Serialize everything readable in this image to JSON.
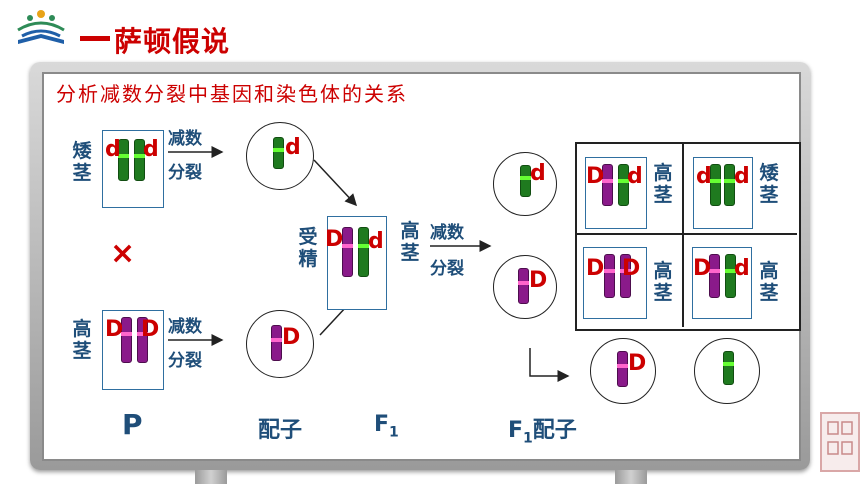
{
  "header": {
    "title": "萨顿假说"
  },
  "board": {
    "subtitle": "分析减数分裂中基因和染色体的关系"
  },
  "labels": {
    "dwarf_stem": "矮茎",
    "tall_stem": "高茎",
    "meiosis_1": "减数",
    "meiosis_2": "分裂",
    "fertilization": "受精",
    "cross_symbol": "×",
    "generation_p": "P",
    "gametes": "配子",
    "generation_f1": "F",
    "generation_f1_sub": "1",
    "f1_gametes_prefix": "F",
    "f1_gametes_sub": "1",
    "f1_gametes_suffix": "配子"
  },
  "genes": {
    "dominant": "D",
    "recessive": "d"
  },
  "colors": {
    "title_red": "#cc0000",
    "text_blue": "#1f4e79",
    "chrom_green": "#1f7a1f",
    "chrom_purple": "#8a1a8a"
  },
  "icons": {
    "logo": "school-logo-icon",
    "seal": "red-seal-icon"
  }
}
